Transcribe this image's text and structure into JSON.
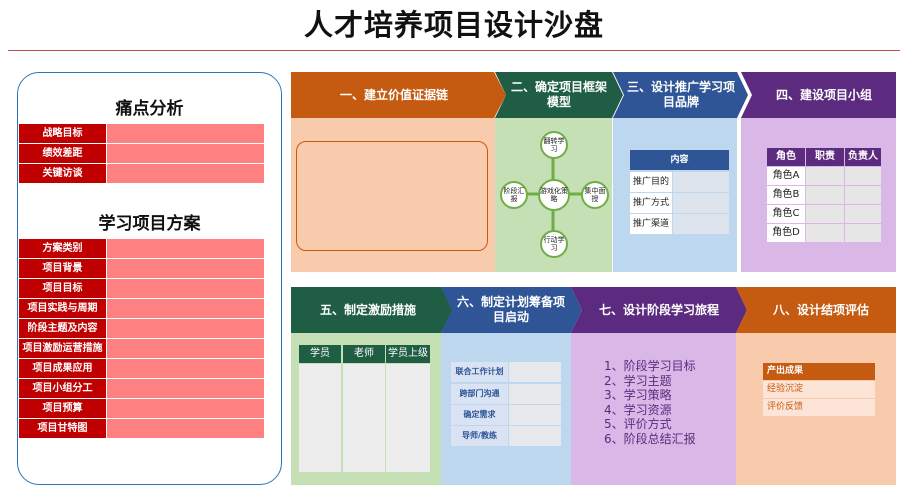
{
  "page": {
    "title": "人才培养项目设计沙盘"
  },
  "left": {
    "pain_title": "痛点分析",
    "pain_items": [
      "战略目标",
      "绩效差距",
      "关键访谈"
    ],
    "plan_title": "学习项目方案",
    "plan_items": [
      "方案类别",
      "项目背景",
      "项目目标",
      "项目实践与周期",
      "阶段主题及内容",
      "项目激励运营措施",
      "项目成果应用",
      "项目小组分工",
      "项目预算",
      "项目甘特图"
    ]
  },
  "steps": [
    {
      "label": "一、建立价值证据链",
      "color": "#c55a11"
    },
    {
      "label": "二、确定项目框架模型",
      "color": "#1f5e45"
    },
    {
      "label": "三、设计推广学习项目品牌",
      "color": "#2f5597"
    },
    {
      "label": "四、建设项目小组",
      "color": "#5c2a7e"
    },
    {
      "label": "五、制定激励措施",
      "color": "#1f5e45"
    },
    {
      "label": "六、制定计划筹备项目启动",
      "color": "#2f5597"
    },
    {
      "label": "七、设计阶段学习旅程",
      "color": "#5c2a7e"
    },
    {
      "label": "八、设计结项评估",
      "color": "#c55a11"
    }
  ],
  "step2": {
    "top": "翻转学习",
    "left": "阶段汇报",
    "center": "游戏化策略",
    "right": "集中面授",
    "bottom": "行动学习"
  },
  "step3": {
    "header": "内容",
    "rows": [
      "推广目的",
      "推广方式",
      "推广渠道"
    ]
  },
  "step4": {
    "headers": [
      "角色",
      "职责",
      "负责人"
    ],
    "rows": [
      "角色A",
      "角色B",
      "角色C",
      "角色D"
    ]
  },
  "step5": {
    "headers": [
      "学员",
      "老师",
      "学员上级"
    ]
  },
  "step6": {
    "rows": [
      "联合工作计划",
      "跨部门沟通",
      "确定需求",
      "导师/教练"
    ]
  },
  "step7": {
    "items": [
      "1、阶段学习目标",
      "2、学习主题",
      "3、学习策略",
      "4、学习资源",
      "5、评价方式",
      "6、阶段总结汇报"
    ]
  },
  "step8": {
    "rows": [
      "产出成果",
      "经验沉淀",
      "评价反馈"
    ]
  },
  "colors": {
    "rust": "#c55a11",
    "green": "#1f5e45",
    "blue": "#2f5597",
    "purple": "#5c2a7e",
    "peach_bg": "#f8cbad",
    "green_bg": "#c5e0b4",
    "blue_bg": "#bdd7ee",
    "purple_bg": "#d9b8e8",
    "red_label": "#c00000",
    "pink_value": "#ff8080"
  }
}
